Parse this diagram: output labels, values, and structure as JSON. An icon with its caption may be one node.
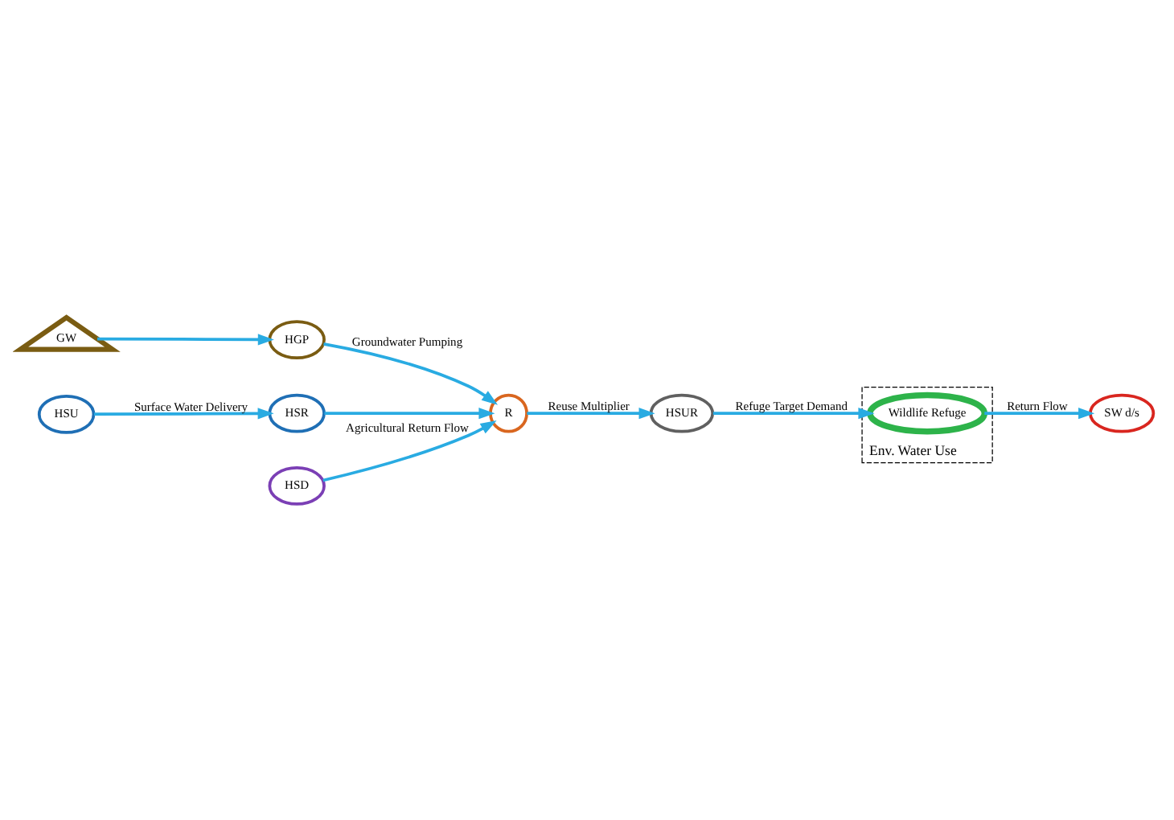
{
  "diagram": {
    "nodes": [
      {
        "text": [
          "GW"
        ]
      },
      {
        "text": [
          "HGP"
        ]
      },
      {
        "text": [
          "R"
        ]
      },
      {
        "text": [
          "HSR"
        ]
      },
      {
        "text": [
          "HSU"
        ]
      },
      {
        "text": [
          "HSD"
        ]
      },
      {
        "text": [
          "HSUR"
        ]
      },
      {
        "text": [
          "Env. Water Use"
        ]
      },
      {
        "text": [
          "Wildlife Refuge"
        ],
        "in": 7
      },
      {
        "text": [
          "SW d/s"
        ]
      }
    ],
    "edges": [
      {
        "from": 0,
        "to": 1,
        "arrow": "to"
      },
      {
        "from": 1,
        "to": 2,
        "arrow": "to",
        "label": "Groundwater Pumping"
      },
      {
        "from": 4,
        "to": 3,
        "arrow": "to",
        "label": "Surface Water Delivery"
      },
      {
        "from": 3,
        "to": 2,
        "arrow": "to"
      },
      {
        "from": 5,
        "to": 2,
        "arrow": "to",
        "label": "Agricultural Return Flow"
      },
      {
        "from": 2,
        "to": 6,
        "arrow": "to",
        "label": "Reuse Multiplier"
      },
      {
        "from": 6,
        "to": 8,
        "arrow": "to",
        "label": "Refuge Target Demand"
      },
      {
        "from": 8,
        "to": 9,
        "arrow": "to",
        "label": "Return Flow"
      }
    ]
  }
}
